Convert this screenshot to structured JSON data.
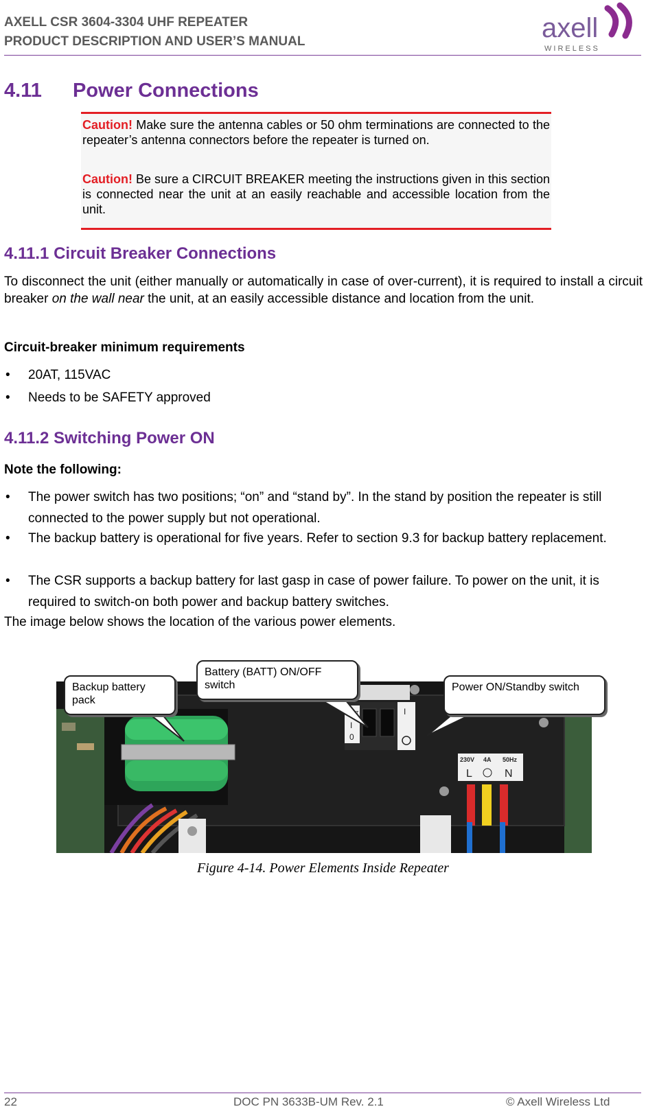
{
  "header": {
    "title_line1": "AXELL CSR 3604-3304 UHF REPEATER",
    "title_line2": "PRODUCT DESCRIPTION AND USER’S MANUAL",
    "logo_text": "axell",
    "logo_subtext": "WIRELESS"
  },
  "section": {
    "number": "4.11",
    "title": "Power Connections"
  },
  "cautions": [
    {
      "label": "Caution!",
      "text": " Make sure the antenna cables or 50 ohm terminations are connected to the repeater’s antenna connectors before the repeater is turned on."
    },
    {
      "label": "Caution!",
      "text": " Be sure a CIRCUIT BREAKER meeting the instructions given in this section is connected near the unit at an easily reachable and accessible location from the unit."
    }
  ],
  "subsection1": {
    "title": "4.11.1 Circuit Breaker Connections",
    "para_before": "To disconnect the unit (either manually or automatically in case of over-current), it is required to install a circuit breaker ",
    "para_italic": "on the wall near",
    "para_after": " the unit, at an easily accessible distance and location from the unit.",
    "requirements_heading": "Circuit-breaker minimum requirements",
    "requirements": [
      "20AT, 115VAC",
      "Needs to be SAFETY approved"
    ]
  },
  "subsection2": {
    "title": "4.11.2 Switching Power ON",
    "note_heading": "Note the following:",
    "notes": [
      "The power switch has two positions; “on” and “stand by”. In the stand by position the repeater is still connected to the power supply but not operational.",
      "The backup battery is operational for five years. Refer to section 9.3 for backup battery replacement.",
      "The CSR supports a backup battery for last gasp in case of power failure. To power on the unit, it is required to switch-on both power and backup battery switches."
    ],
    "image_intro": "The image below shows the location of the various power elements."
  },
  "figure": {
    "callouts": {
      "battery_pack": "Backup battery pack",
      "batt_switch": "Battery (BATT) ON/OFF switch",
      "power_switch": "Power ON/Standby switch"
    },
    "panel_labels": {
      "batt": "BATT",
      "batt_on": "I",
      "batt_off": "0",
      "power_on": "I",
      "voltage": "230V",
      "current": "4A",
      "freq": "50Hz",
      "line": "L",
      "neutral": "N"
    },
    "caption": "Figure 4-14. Power Elements Inside Repeater"
  },
  "footer": {
    "page": "22",
    "doc": "DOC PN 3633B-UM Rev. 2.1",
    "copyright": "© Axell Wireless Ltd"
  },
  "colors": {
    "heading_purple": "#6c2f94",
    "caution_red": "#e31e24"
  }
}
